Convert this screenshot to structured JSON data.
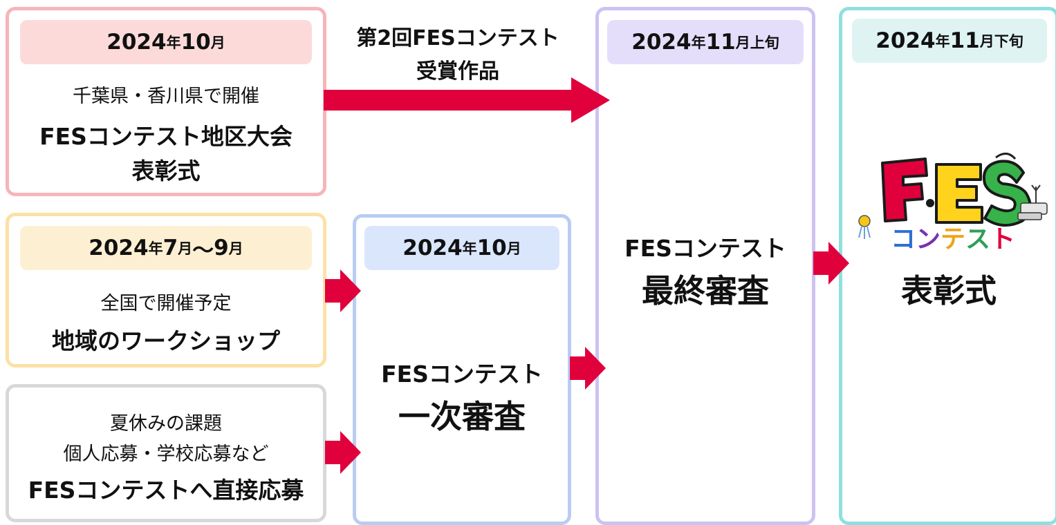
{
  "colors": {
    "arrow": "#e0003c",
    "pink_border": "#f6b5b8",
    "pink_fill": "#fcdada",
    "yellow_border": "#fbe1a6",
    "yellow_fill": "#fdf0d2",
    "gray_border": "#d8d8d8",
    "blue_border": "#b9ccf2",
    "blue_fill": "#dae6fb",
    "purple_border": "#cdc2f2",
    "purple_fill": "#e4defb",
    "teal_border": "#8ee0e0",
    "teal_fill": "#dff3f3"
  },
  "regional": {
    "date_year": "2024",
    "date_sep": "年",
    "date_month": "10",
    "date_unit": "月",
    "line1": "千葉県・香川県で開催",
    "line2": "FESコンテスト地区大会",
    "line3": "表彰式"
  },
  "arrow_label": {
    "line1": "第2回FESコンテスト",
    "line2": "受賞作品"
  },
  "workshop": {
    "date_year": "2024",
    "date_sep": "年",
    "date_month_from": "7",
    "date_unit_from": "月",
    "date_tilde": "～",
    "date_month_to": "9",
    "date_unit_to": "月",
    "line1": "全国で開催予定",
    "line2": "地域のワークショップ"
  },
  "direct": {
    "line1": "夏休みの課題",
    "line2": "個人応募・学校応募など",
    "line3": "FESコンテストへ直接応募"
  },
  "first_review": {
    "date_year": "2024",
    "date_sep": "年",
    "date_month": "10",
    "date_unit": "月",
    "line1": "FESコンテスト",
    "line2": "一次審査"
  },
  "final_review": {
    "date_year": "2024",
    "date_sep": "年",
    "date_month": "11",
    "date_unit": "月上旬",
    "line1": "FESコンテスト",
    "line2": "最終審査"
  },
  "ceremony": {
    "date_year": "2024",
    "date_sep": "年",
    "date_month": "11",
    "date_unit": "月下旬",
    "logo_top": "FES",
    "logo_bottom": "コンテスト",
    "title": "表彰式"
  }
}
